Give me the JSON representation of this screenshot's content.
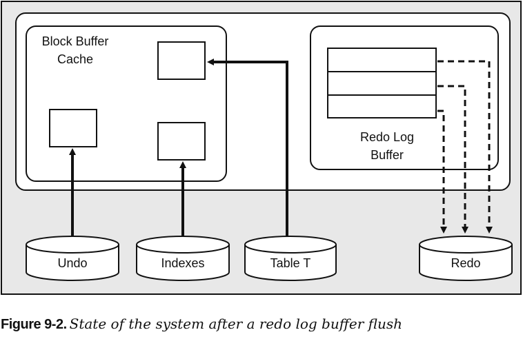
{
  "diagram": {
    "block_buffer_cache": {
      "line1": "Block Buffer",
      "line2": "Cache"
    },
    "redo_log_buffer": {
      "line1": "Redo Log",
      "line2": "Buffer"
    },
    "disks": {
      "undo": "Undo",
      "indexes": "Indexes",
      "table_t": "Table T",
      "redo": "Redo"
    },
    "colors": {
      "outer_background": "#e8e8e8",
      "panel": "#ffffff",
      "stroke": "#111111"
    }
  },
  "caption": {
    "label": "Figure 9-2.",
    "text": "State of the system after a redo log buffer flush"
  }
}
